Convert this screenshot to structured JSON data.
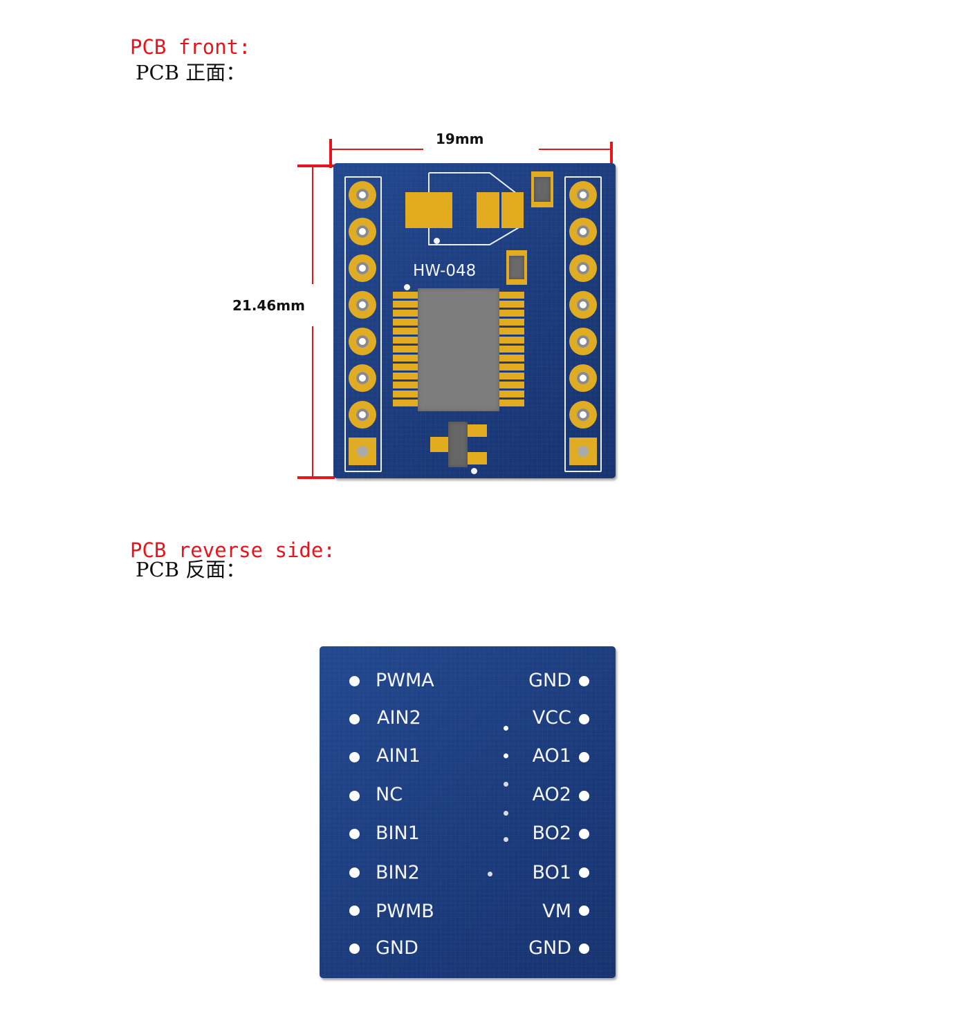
{
  "sections": {
    "front": {
      "heading_en": "PCB front:",
      "heading_cn": "PCB 正面："
    },
    "back": {
      "heading_en": "PCB reverse side:",
      "heading_cn": "PCB 反面："
    }
  },
  "dimensions": {
    "width_label": "19mm",
    "height_label": "21.46mm"
  },
  "front_board": {
    "silkscreen": "HW-048"
  },
  "back_board": {
    "left_pins": [
      "PWMA",
      "AIN2",
      "AIN1",
      "NC",
      "BIN1",
      "BIN2",
      "PWMB",
      "GND"
    ],
    "right_pins": [
      "GND",
      "VCC",
      "AO1",
      "AO2",
      "BO2",
      "BO1",
      "VM",
      "GND"
    ]
  },
  "colors": {
    "heading_en": "#e8141b",
    "board": "#1d3c7c",
    "pad_gold": "#e3ac20",
    "dimension_line": "#e8141b"
  }
}
